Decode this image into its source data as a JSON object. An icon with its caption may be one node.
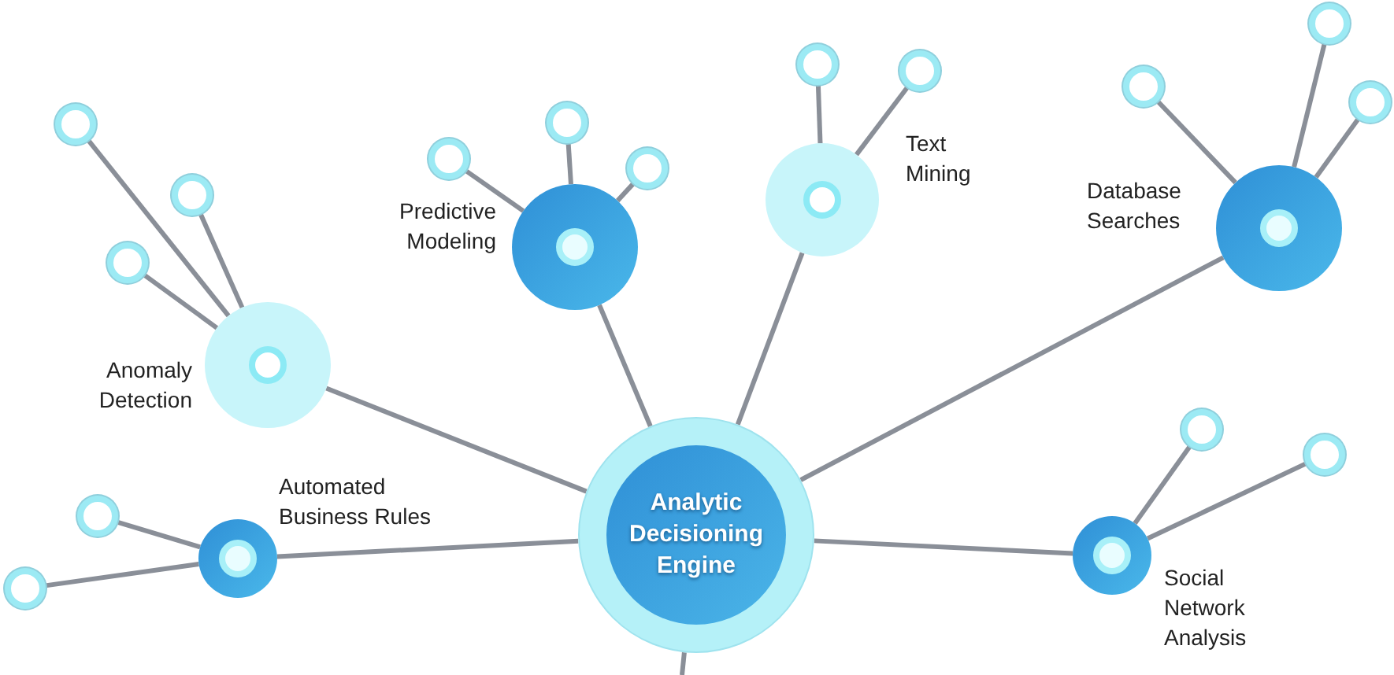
{
  "diagram": {
    "nodes": [
      {
        "text": [
          "Analytic Decisioning Engine"
        ]
      },
      {
        "text": [],
        "shape": "circle",
        "beside": [
          "Anomaly Detection"
        ]
      },
      {
        "text": [],
        "shape": "circle"
      },
      {
        "text": [],
        "shape": "circle"
      },
      {
        "text": [],
        "shape": "circle"
      },
      {
        "text": [],
        "shape": "circle",
        "beside": [
          "Predictive Modeling"
        ]
      },
      {
        "text": [],
        "shape": "circle"
      },
      {
        "text": [],
        "shape": "circle"
      },
      {
        "text": [],
        "shape": "circle"
      },
      {
        "text": [],
        "shape": "circle",
        "beside": [
          "Text Mining"
        ]
      },
      {
        "text": [],
        "shape": "circle"
      },
      {
        "text": [],
        "shape": "circle"
      },
      {
        "text": [],
        "shape": "circle",
        "beside": [
          "Database Searches"
        ]
      },
      {
        "text": [],
        "shape": "circle"
      },
      {
        "text": [],
        "shape": "circle"
      },
      {
        "text": [],
        "shape": "circle"
      },
      {
        "text": [],
        "shape": "circle",
        "beside": [
          "Automated Business Rules"
        ]
      },
      {
        "text": [],
        "shape": "circle"
      },
      {
        "text": [],
        "shape": "circle"
      },
      {
        "text": [],
        "shape": "circle",
        "beside": [
          "Social Network Analysis"
        ]
      },
      {
        "text": [],
        "shape": "circle"
      },
      {
        "text": [],
        "shape": "circle"
      }
    ],
    "edges": [
      {
        "from": 0,
        "to": 1,
        "arrow": "none"
      },
      {
        "from": 1,
        "to": 2,
        "arrow": "none"
      },
      {
        "from": 1,
        "to": 3,
        "arrow": "none"
      },
      {
        "from": 1,
        "to": 4,
        "arrow": "none"
      },
      {
        "from": 0,
        "to": 5,
        "arrow": "none"
      },
      {
        "from": 5,
        "to": 6,
        "arrow": "none"
      },
      {
        "from": 5,
        "to": 7,
        "arrow": "none"
      },
      {
        "from": 5,
        "to": 8,
        "arrow": "none"
      },
      {
        "from": 0,
        "to": 9,
        "arrow": "none"
      },
      {
        "from": 9,
        "to": 10,
        "arrow": "none"
      },
      {
        "from": 9,
        "to": 11,
        "arrow": "none"
      },
      {
        "from": 0,
        "to": 12,
        "arrow": "none"
      },
      {
        "from": 12,
        "to": 13,
        "arrow": "none"
      },
      {
        "from": 12,
        "to": 14,
        "arrow": "none"
      },
      {
        "from": 12,
        "to": 15,
        "arrow": "none"
      },
      {
        "from": 0,
        "to": 16,
        "arrow": "none"
      },
      {
        "from": 16,
        "to": 17,
        "arrow": "none"
      },
      {
        "from": 16,
        "to": 18,
        "arrow": "none"
      },
      {
        "from": 0,
        "to": 19,
        "arrow": "none"
      },
      {
        "from": 19,
        "to": 20,
        "arrow": "none"
      },
      {
        "from": 19,
        "to": 21,
        "arrow": "none"
      },
      {
        "from": 0,
        "to": null,
        "arrow": "none"
      }
    ]
  }
}
